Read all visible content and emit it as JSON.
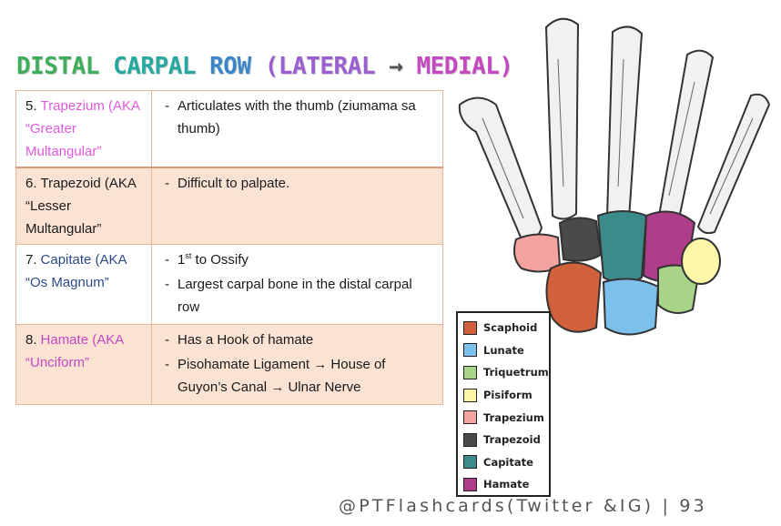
{
  "title": {
    "part1": "DISTAL",
    "part2": "CARPAL",
    "part3": "ROW",
    "part4": "(LATERAL",
    "arrow": "→",
    "part5": "MEDIAL)",
    "colors": {
      "part1": "#3fae5a",
      "part2": "#27a9a0",
      "part3": "#3a86c8",
      "part4": "#9b5fd0",
      "arrow": "#555555",
      "part5": "#c448c0"
    }
  },
  "rows": [
    {
      "number": "5.",
      "name": "Trapezium (AKA “Greater Multangular”",
      "name_color": "#e05adf",
      "points": [
        "Articulates with the thumb (ziumama sa thumb)"
      ]
    },
    {
      "number": "6.",
      "name": "Trapezoid (AKA “Lesser Multangular”",
      "name_color": "#1a1a1a",
      "points": [
        "Difficult to palpate."
      ]
    },
    {
      "number": "7.",
      "name": "Capitate (AKA “Os Magnum”",
      "name_color": "#2b4a8a",
      "points_capitate": {
        "first_num": "1",
        "first_sup": "st",
        "first_rest": " to Ossify",
        "second": "Largest carpal bone in the distal carpal row"
      }
    },
    {
      "number": "8.",
      "name": "Hamate (AKA “Unciform”",
      "name_color": "#c448c0",
      "points": [
        "Has a Hook of hamate",
        "Pisohamate Ligament → House of Guyon’s Canal → Ulnar Nerve"
      ]
    }
  ],
  "legend": [
    {
      "label": "Scaphoid",
      "color": "#d0613c"
    },
    {
      "label": "Lunate",
      "color": "#7cc0ec"
    },
    {
      "label": "Triquetrum",
      "color": "#a8d48a"
    },
    {
      "label": "Pisiform",
      "color": "#fff7a8"
    },
    {
      "label": "Trapezium",
      "color": "#f4a3a0"
    },
    {
      "label": "Trapezoid",
      "color": "#4a4a4a"
    },
    {
      "label": "Capitate",
      "color": "#3d8a8a"
    },
    {
      "label": "Hamate",
      "color": "#b03d8a"
    }
  ],
  "footer": "@PTFlashcards(Twitter &IG) | 93"
}
